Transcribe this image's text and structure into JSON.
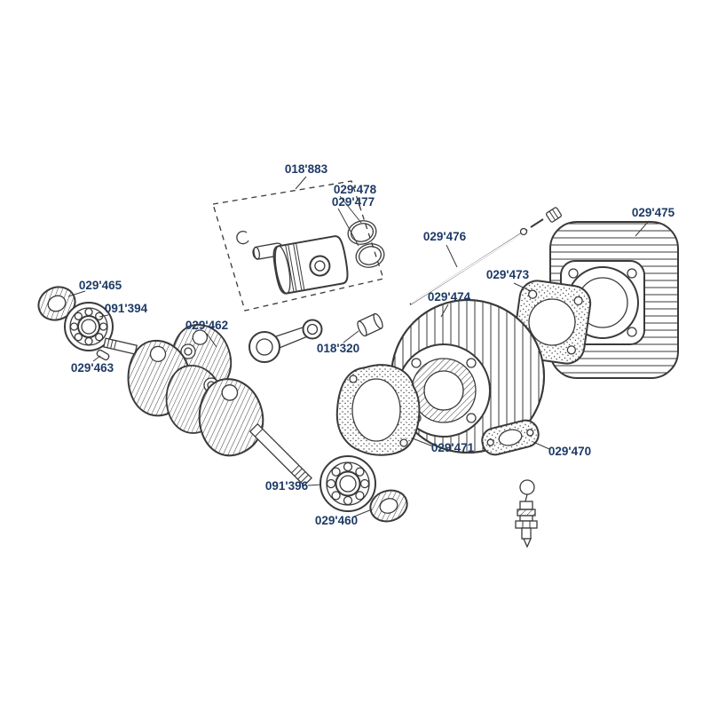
{
  "colors": {
    "label_text": "#1d3a66",
    "line_art": "#3a3a3a",
    "background": "#ffffff"
  },
  "diagram": {
    "part_labels": [
      {
        "id": "piston-kit",
        "text": "018'883"
      },
      {
        "id": "piston-ring-1",
        "text": "029'478"
      },
      {
        "id": "piston-ring-2",
        "text": "029'477"
      },
      {
        "id": "pushrod",
        "text": "029'476"
      },
      {
        "id": "cylinder-head",
        "text": "029'475"
      },
      {
        "id": "head-gasket",
        "text": "029'473"
      },
      {
        "id": "cylinder-barrel",
        "text": "029'474"
      },
      {
        "id": "seal-left",
        "text": "029'465"
      },
      {
        "id": "bearing-left",
        "text": "091'394"
      },
      {
        "id": "crankshaft",
        "text": "029'462"
      },
      {
        "id": "connecting-rod",
        "text": "018'320"
      },
      {
        "id": "woodruff-key",
        "text": "029'463"
      },
      {
        "id": "base-gasket",
        "text": "029'471"
      },
      {
        "id": "exhaust-gasket",
        "text": "029'470"
      },
      {
        "id": "bearing-right",
        "text": "091'396"
      },
      {
        "id": "seal-right",
        "text": "029'460"
      }
    ]
  }
}
